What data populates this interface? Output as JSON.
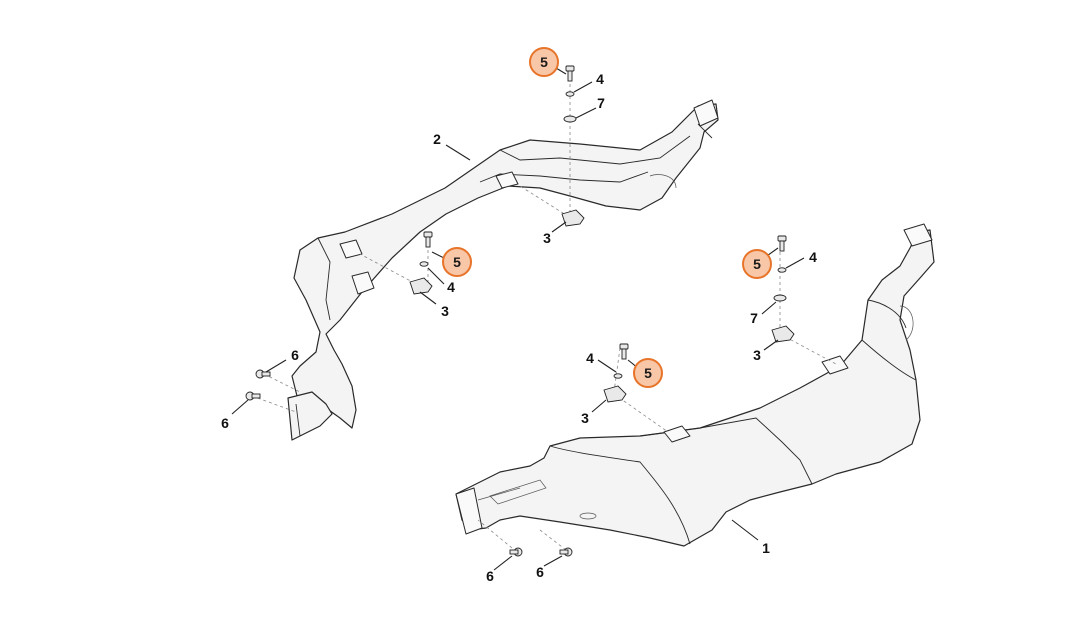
{
  "callouts": {
    "part_1": "1",
    "part_2": "2",
    "part_3": "3",
    "part_4": "4",
    "part_5": "5",
    "part_6": "6",
    "part_7": "7"
  },
  "colors": {
    "highlight_fill": "#f7c7a7",
    "highlight_stroke": "#e8742a"
  }
}
